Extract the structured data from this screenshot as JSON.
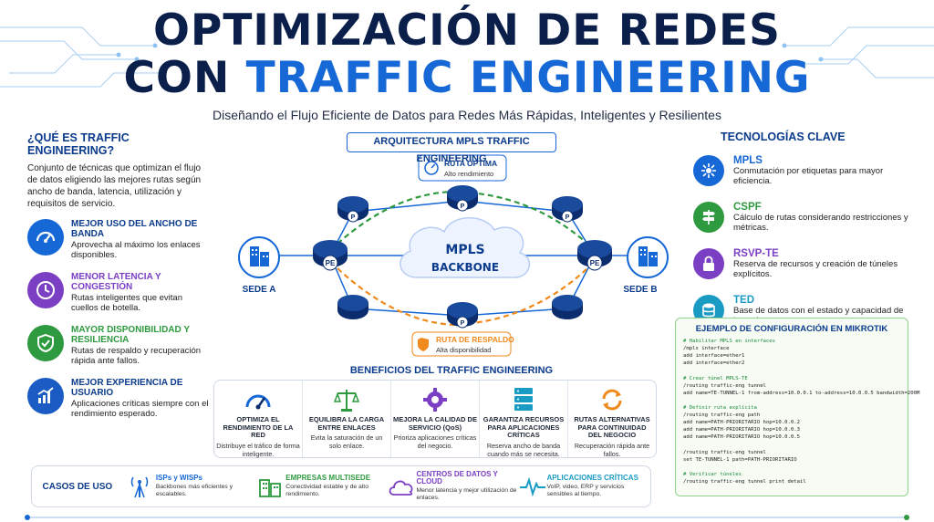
{
  "header": {
    "title_line1": "OPTIMIZACIÓN DE REDES",
    "title_line2_prefix": "CON ",
    "title_line2_highlight": "TRAFFIC ENGINEERING",
    "subtitle": "Diseñando el Flujo Eficiente de Datos para Redes Más Rápidas, Inteligentes y Resilientes"
  },
  "what": {
    "heading": "¿QUÉ ES TRAFFIC ENGINEERING?",
    "description": "Conjunto de técnicas que optimizan el flujo de datos eligiendo las mejores rutas según ancho de banda, latencia, utilización y requisitos de servicio."
  },
  "benefits_left": [
    {
      "title": "MEJOR USO DEL ANCHO DE BANDA",
      "desc": "Aprovecha al máximo los enlaces disponibles.",
      "color": "#1668d6",
      "icon": "gauge-icon"
    },
    {
      "title": "MENOR LATENCIA Y CONGESTIÓN",
      "desc": "Rutas inteligentes que evitan cuellos de botella.",
      "color": "#7b3fc4",
      "icon": "clock-icon"
    },
    {
      "title": "MAYOR DISPONIBILIDAD Y RESILIENCIA",
      "desc": "Rutas de respaldo y recuperación rápida ante fallos.",
      "color": "#2e9a3f",
      "icon": "shield-check-icon"
    },
    {
      "title": "MEJOR EXPERIENCIA DE USUARIO",
      "desc": "Aplicaciones críticas siempre con el rendimiento esperado.",
      "color": "#1a5bc4",
      "icon": "bar-chart-icon"
    }
  ],
  "diagram": {
    "title": "ARQUITECTURA MPLS TRAFFIC ENGINEERING",
    "optimal_route": {
      "title": "RUTA ÓPTIMA",
      "desc": "Alto rendimiento",
      "color": "#2e9a3f"
    },
    "backup_route": {
      "title": "RUTA DE RESPALDO",
      "desc": "Alta disponibilidad",
      "color": "#f08a1c"
    },
    "backbone_line1": "MPLS",
    "backbone_line2": "BACKBONE",
    "site_a": "SEDE A",
    "site_b": "SEDE B",
    "pe_label": "PE",
    "p_label": "P"
  },
  "technologies": {
    "heading": "TECNOLOGÍAS CLAVE",
    "items": [
      {
        "title": "MPLS",
        "desc": "Conmutación por etiquetas para mayor eficiencia.",
        "color": "#1668d6",
        "icon": "network-hub-icon"
      },
      {
        "title": "CSPF",
        "desc": "Cálculo de rutas considerando restricciones y métricas.",
        "color": "#2e9a3f",
        "icon": "signpost-icon"
      },
      {
        "title": "RSVP-TE",
        "desc": "Reserva de recursos y creación de túneles explícitos.",
        "color": "#7b3fc4",
        "icon": "lock-icon"
      },
      {
        "title": "TED",
        "desc": "Base de datos con el estado y capacidad de los enlaces.",
        "color": "#1a9bc4",
        "icon": "database-icon"
      }
    ]
  },
  "config": {
    "title": "EJEMPLO DE CONFIGURACIÓN EN MIKROTIK",
    "lines": [
      {
        "text": "# Habilitar MPLS en interfaces",
        "comment": true
      },
      {
        "text": "/mpls interface",
        "comment": false
      },
      {
        "text": "add interface=ether1",
        "comment": false
      },
      {
        "text": "add interface=ether2",
        "comment": false
      },
      {
        "text": "",
        "comment": false
      },
      {
        "text": "# Crear túnel MPLS-TE",
        "comment": true
      },
      {
        "text": "/routing traffic-eng tunnel",
        "comment": false
      },
      {
        "text": "add name=TE-TUNNEL-1 from-address=10.0.0.1 to-address=10.0.0.5 bandwidth=200M",
        "comment": false
      },
      {
        "text": "",
        "comment": false
      },
      {
        "text": "# Definir ruta explícita",
        "comment": true
      },
      {
        "text": "/routing traffic-eng path",
        "comment": false
      },
      {
        "text": "add name=PATH-PRIORITARIO hop=10.0.0.2",
        "comment": false
      },
      {
        "text": "add name=PATH-PRIORITARIO hop=10.0.0.3",
        "comment": false
      },
      {
        "text": "add name=PATH-PRIORITARIO hop=10.0.0.5",
        "comment": false
      },
      {
        "text": "",
        "comment": false
      },
      {
        "text": "/routing traffic-eng tunnel",
        "comment": false
      },
      {
        "text": "set TE-TUNNEL-1 path=PATH-PRIORITARIO",
        "comment": false
      },
      {
        "text": "",
        "comment": false
      },
      {
        "text": "# Verificar túneles",
        "comment": true
      },
      {
        "text": "/routing traffic-eng tunnel print detail",
        "comment": false
      }
    ]
  },
  "benefits_strip": {
    "heading": "BENEFICIOS DEL TRAFFIC ENGINEERING",
    "items": [
      {
        "title": "OPTIMIZA EL RENDIMIENTO DE LA RED",
        "desc": "Distribuye el tráfico de forma inteligente.",
        "icon": "speedometer-icon",
        "color": "#1668d6"
      },
      {
        "title": "EQUILIBRA LA CARGA ENTRE ENLACES",
        "desc": "Evita la saturación de un solo enlace.",
        "icon": "scale-icon",
        "color": "#2e9a3f"
      },
      {
        "title": "MEJORA LA CALIDAD DE SERVICIO (QoS)",
        "desc": "Prioriza aplicaciones críticas del negocio.",
        "icon": "gear-icon",
        "color": "#7b3fc4"
      },
      {
        "title": "GARANTIZA RECURSOS PARA APLICACIONES CRÍTICAS",
        "desc": "Reserva ancho de banda cuando más se necesita.",
        "icon": "server-icon",
        "color": "#1a9bc4"
      },
      {
        "title": "RUTAS ALTERNATIVAS PARA CONTINUIDAD DEL NEGOCIO",
        "desc": "Recuperación rápida ante fallos.",
        "icon": "refresh-icon",
        "color": "#f08a1c"
      }
    ]
  },
  "use_cases": {
    "heading": "CASOS DE USO",
    "items": [
      {
        "title": "ISPs y WISPs",
        "desc": "Backbones más eficientes y escalables.",
        "icon": "antenna-icon",
        "color": "#1668d6"
      },
      {
        "title": "EMPRESAS MULTISEDE",
        "desc": "Conectividad estable y de alto rendimiento.",
        "icon": "building-icon",
        "color": "#2e9a3f"
      },
      {
        "title": "CENTROS DE DATOS Y CLOUD",
        "desc": "Menor latencia y mejor utilización de enlaces.",
        "icon": "cloud-icon",
        "color": "#7b3fc4"
      },
      {
        "title": "APLICACIONES CRÍTICAS",
        "desc": "VoIP, video, ERP y servicios sensibles al tiempo.",
        "icon": "pulse-icon",
        "color": "#1a9bc4"
      }
    ]
  }
}
